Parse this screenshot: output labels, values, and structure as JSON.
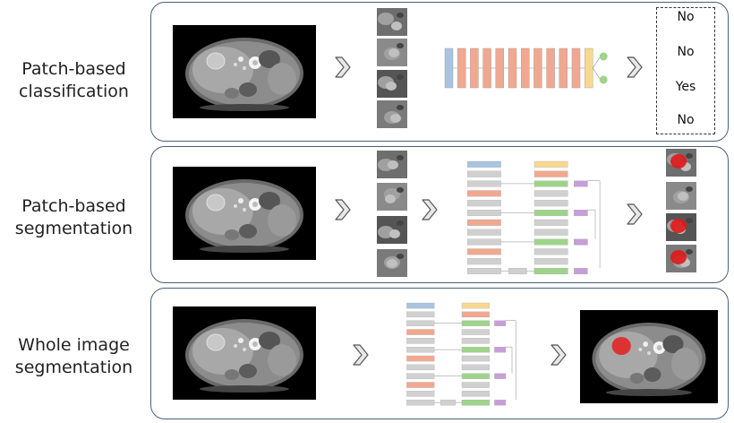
{
  "rows": [
    {
      "label_line1": "Patch-based",
      "label_line2": "classification"
    },
    {
      "label_line1": "Patch-based",
      "label_line2": "segmentation"
    },
    {
      "label_line1": "Whole image",
      "label_line2": "segmentation"
    }
  ],
  "classification_answers": [
    "No",
    "No",
    "Yes",
    "No"
  ],
  "colors": {
    "row_border": "#4a6078",
    "layer_blue": "#a8c4e0",
    "layer_orange": "#f0a890",
    "layer_yellow": "#f8d890",
    "output_green": "#9ed48a",
    "concat_purple": "#c79ed8",
    "conv_gray": "#d0d0d0",
    "lesion_red": "#e01818"
  },
  "icons": [
    "chevron-right-icon",
    "mri-slice-image",
    "image-patch"
  ]
}
